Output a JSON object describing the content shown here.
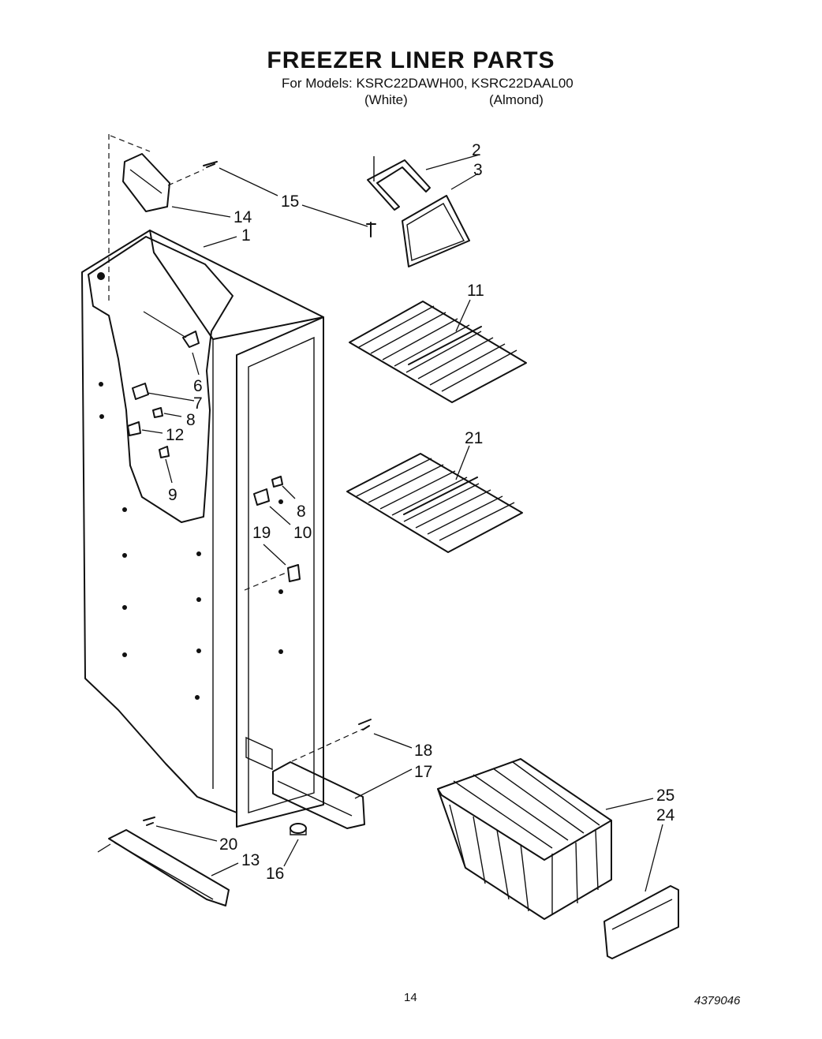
{
  "title": "FREEZER LINER PARTS",
  "models_line": "For Models: KSRC22DAWH00, KSRC22DAAL00",
  "variants": [
    "(White)",
    "(Almond)"
  ],
  "callouts": {
    "c1": "1",
    "c2": "2",
    "c3": "3",
    "c6": "6",
    "c7": "7",
    "c8a": "8",
    "c8b": "8",
    "c9": "9",
    "c10": "10",
    "c11": "11",
    "c12": "12",
    "c13": "13",
    "c14": "14",
    "c15": "15",
    "c16": "16",
    "c17": "17",
    "c18": "18",
    "c19": "19",
    "c20": "20",
    "c21": "21",
    "c24": "24",
    "c25": "25"
  },
  "page_number": "14",
  "document_number": "4379046"
}
